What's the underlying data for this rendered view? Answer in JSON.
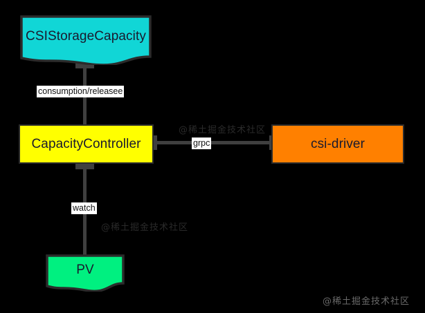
{
  "diagram": {
    "background_color": "#000000",
    "line_color": "#3f3f3f",
    "nodes": [
      {
        "id": "csistoragecapacity",
        "label": "CSIStorageCapacity",
        "shape": "wave-bottom",
        "fill": "#11d6d6",
        "stroke": "#2b2b2b"
      },
      {
        "id": "capacitycontroller",
        "label": "CapacityController",
        "shape": "rectangle",
        "fill": "#ffff00",
        "stroke": "#2b2b2b"
      },
      {
        "id": "csidriver",
        "label": "csi-driver",
        "shape": "rectangle",
        "fill": "#ff8000",
        "stroke": "#2b2b2b"
      },
      {
        "id": "pv",
        "label": "PV",
        "shape": "wave-bottom",
        "fill": "#00f080",
        "stroke": "#2b2b2b"
      }
    ],
    "edges": [
      {
        "id": "edge-consumption",
        "from": "capacitycontroller",
        "to": "csistoragecapacity",
        "label": "consumption/releasee"
      },
      {
        "id": "edge-grpc",
        "from": "capacitycontroller",
        "to": "csidriver",
        "label": "grpc"
      },
      {
        "id": "edge-watch",
        "from": "capacitycontroller",
        "to": "pv",
        "label": "watch"
      }
    ]
  },
  "watermarks": {
    "corner": "@稀土掘金技术社区",
    "faint_center": "@稀土掘金技术社区",
    "faint_lower": "@稀土掘金技术社区"
  }
}
